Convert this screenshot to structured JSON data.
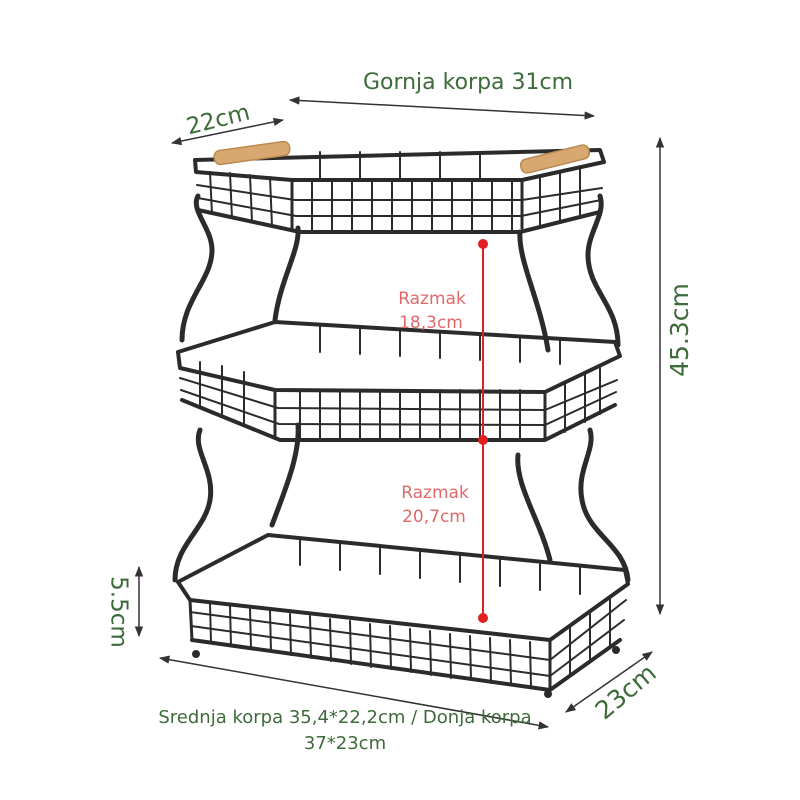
{
  "dimensions": {
    "top_width": "Gornja korpa 31cm",
    "top_depth": "22cm",
    "height": "45.3cm",
    "basket_height": "5.5cm",
    "bottom_depth": "23cm"
  },
  "gaps": {
    "upper_label": "Razmak",
    "upper_value": "18,3cm",
    "lower_label": "Razmak",
    "lower_value": "20,7cm"
  },
  "caption": "Srednja korpa 35,4*22,2cm / Donja korpa 37*23cm",
  "colors": {
    "dimension_text": "#3d6b3a",
    "gap_text": "#e06a6a",
    "gap_line": "#e02020",
    "frame": "#2b2b2b",
    "wood_handle": "#d9a870"
  }
}
